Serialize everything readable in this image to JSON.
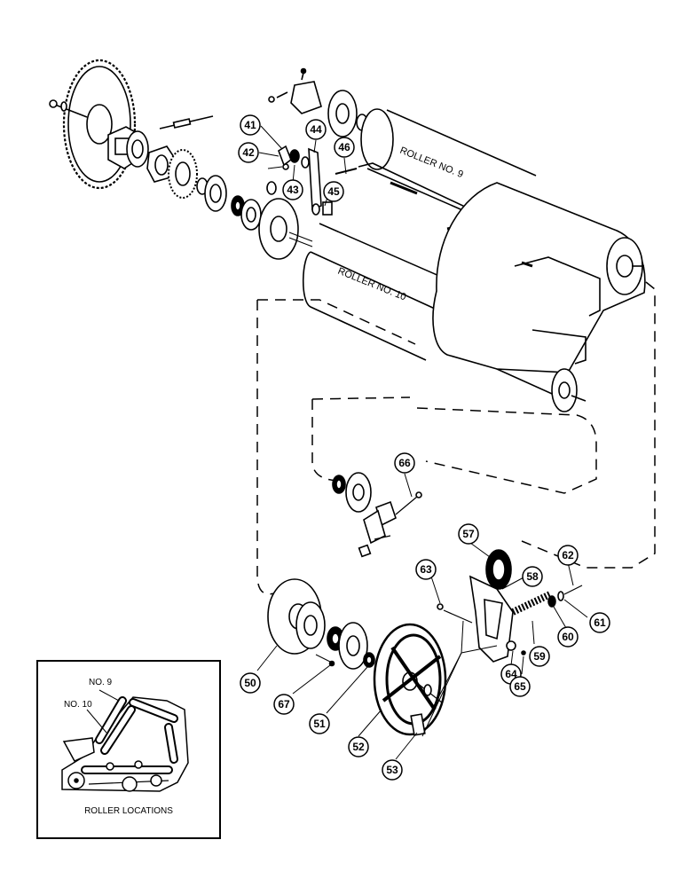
{
  "roller_labels": {
    "roller_9": "ROLLER NO. 9",
    "roller_10": "ROLLER NO. 10"
  },
  "callouts": [
    "41",
    "42",
    "43",
    "44",
    "45",
    "46",
    "66",
    "57",
    "58",
    "62",
    "63",
    "61",
    "60",
    "59",
    "64",
    "65",
    "50",
    "67",
    "51",
    "52",
    "53"
  ],
  "inset": {
    "no9": "NO. 9",
    "no10": "NO. 10",
    "caption": "ROLLER LOCATIONS"
  }
}
